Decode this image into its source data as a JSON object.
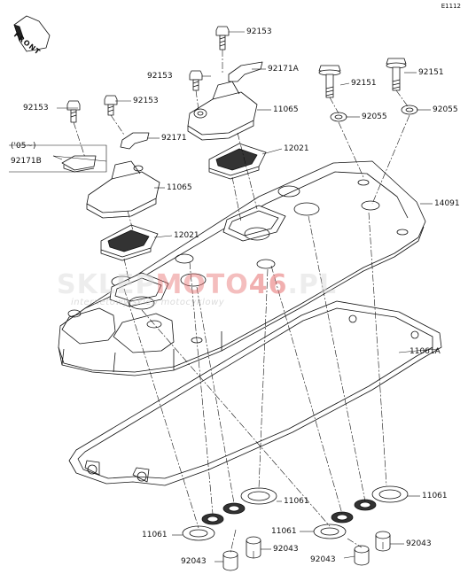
{
  "diagram": {
    "code": "E1112",
    "front_label": "FRONT",
    "note": "('05~)",
    "watermark": {
      "brand_a": "SKLEP",
      "brand_b": "MOTO",
      "brand_c": "46",
      "brand_d": ".PL",
      "tagline": "internetowy sklep motocyklowy"
    },
    "parts": {
      "bolt_top": "92153",
      "bracket_top": "92171A",
      "bolt_left_upper": "92153",
      "breather_upper": "11065",
      "bolt_mid": "92153",
      "bolt_far_left": "92153",
      "bracket_mid": "92171",
      "bracket_b": "92171B",
      "breather_lower": "11065",
      "reed_upper": "12021",
      "reed_lower": "12021",
      "bolt_right_a": "92151",
      "bolt_right_b": "92151",
      "washer_a": "92055",
      "washer_b": "92055",
      "cover": "14091",
      "gasket": "11061A",
      "seal_r1": "11061",
      "seal_c": "11061",
      "seal_l": "11061",
      "seal_m": "11061",
      "bush_r": "92043",
      "bush_c": "92043",
      "bush_l": "92043",
      "bush_m": "92043"
    }
  }
}
